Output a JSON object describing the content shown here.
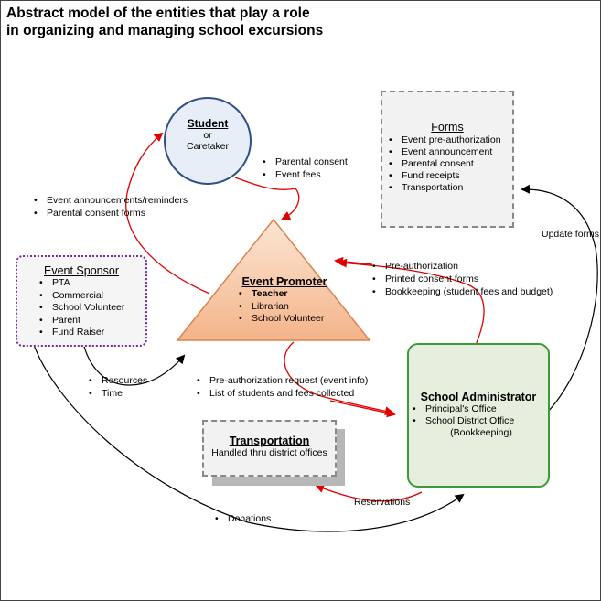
{
  "title": {
    "line1": "Abstract model of the entities that play a role",
    "line2": "in organizing and managing school excursions"
  },
  "student": {
    "name": "Student",
    "or": "or",
    "alt": "Caretaker"
  },
  "forms": {
    "title": "Forms",
    "items": [
      "Event pre-authorization",
      "Event announcement",
      "Parental consent",
      "Fund receipts",
      "Transportation"
    ]
  },
  "event_sponsor": {
    "title": "Event Sponsor",
    "items": [
      "PTA",
      "Commercial",
      "School Volunteer",
      "Parent",
      "Fund Raiser"
    ]
  },
  "event_promoter": {
    "title": "Event Promoter",
    "items": [
      "Teacher",
      "Librarian",
      "School Volunteer"
    ]
  },
  "school_admin": {
    "title": "School Administrator",
    "items": [
      "Principal's Office",
      "School District Office"
    ],
    "item2_cont": "(Bookkeeping)"
  },
  "transportation": {
    "title": "Transportation",
    "subtitle": "Handled thru district offices"
  },
  "labels": {
    "student_to_promoter": [
      "Parental consent",
      "Event fees"
    ],
    "promoter_to_student": [
      "Event announcements/reminders",
      "Parental consent forms"
    ],
    "admin_to_promoter": [
      "Pre-authorization",
      "Printed consent forms",
      "Bookkeeping (student fees and budget)"
    ],
    "sponsor_to_promoter": [
      "Resources",
      "Time"
    ],
    "promoter_to_admin": [
      "Pre-authorization request (event info)",
      "List of students and fees collected"
    ],
    "admin_to_forms": "Update forms",
    "admin_to_transport": "Reservations",
    "sponsor_to_admin": [
      "Donations"
    ]
  }
}
